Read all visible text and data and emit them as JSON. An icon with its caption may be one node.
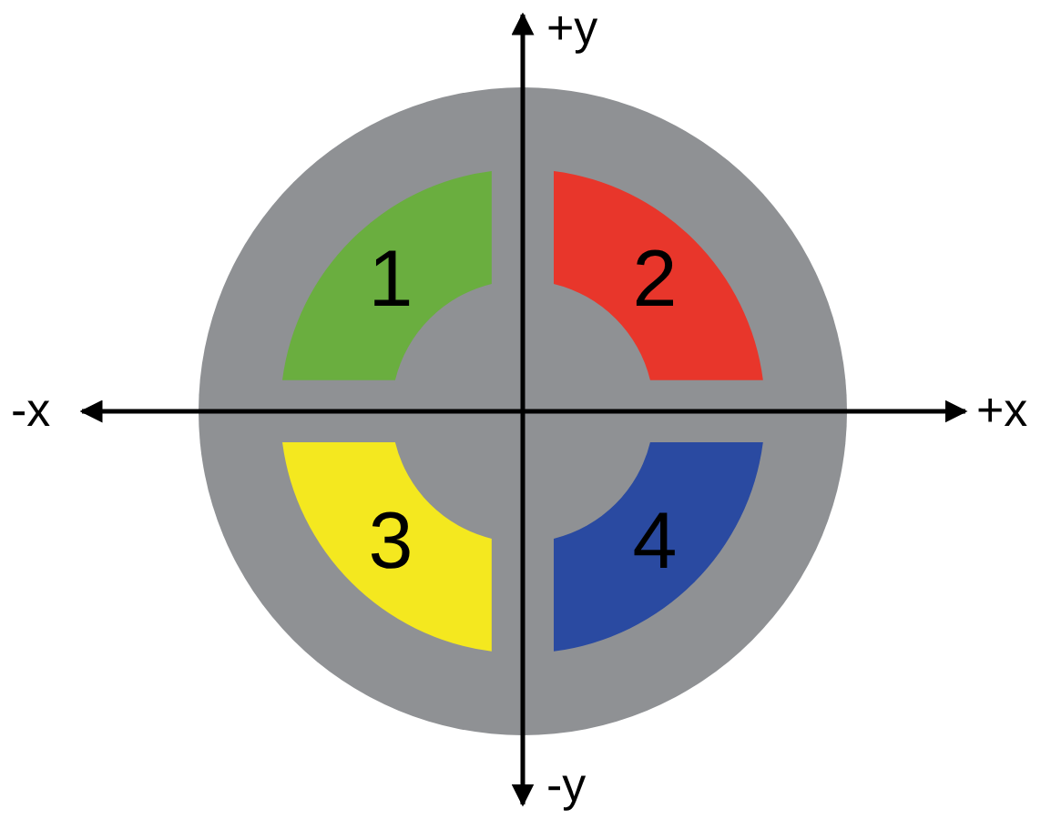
{
  "diagram": {
    "nodes": [
      {
        "text": [
          "1"
        ]
      },
      {
        "text": [
          "2"
        ]
      },
      {
        "text": [
          "3"
        ]
      },
      {
        "text": [
          "4"
        ]
      }
    ],
    "labels": [
      "+y",
      "-x",
      "+x",
      "-y"
    ]
  }
}
